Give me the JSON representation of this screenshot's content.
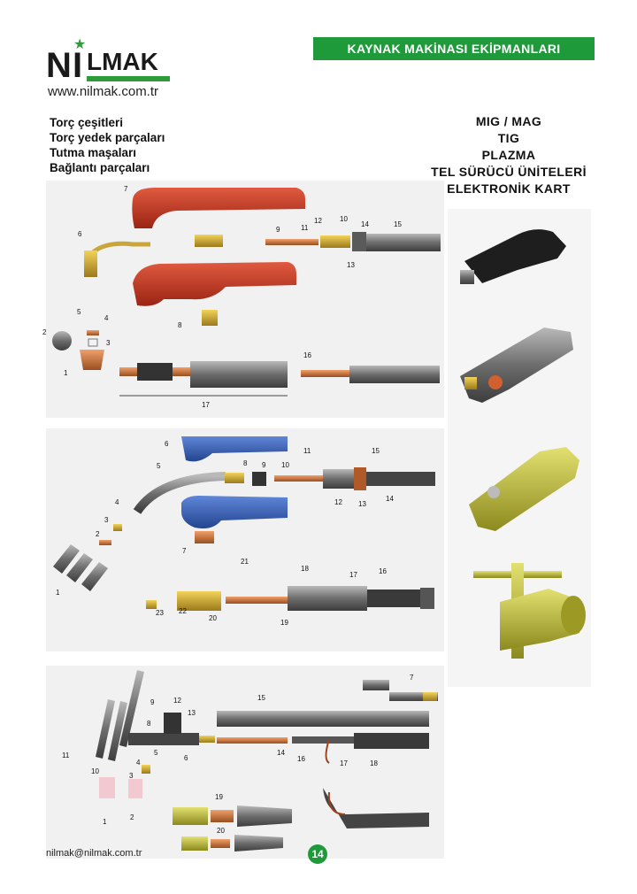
{
  "brand": {
    "logo_text": "NILMAK",
    "website": "www.nilmak.com.tr",
    "email": "nilmak@nilmak.com.tr"
  },
  "header": {
    "banner": "KAYNAK MAKİNASI EKİPMANLARI"
  },
  "left_list": [
    "Torç çeşitleri",
    "Torç yedek parçaları",
    "Tutma maşaları",
    "Bağlantı parçaları"
  ],
  "right_list": [
    "MIG / MAG",
    "TIG",
    "PLAZMA",
    "TEL SÜRÜCÜ ÜNİTELERİ",
    "ELEKTRONİK KART"
  ],
  "diagram1_labels": [
    "7",
    "6",
    "9",
    "11",
    "12",
    "10",
    "14",
    "15",
    "13",
    "5",
    "4",
    "3",
    "2",
    "1",
    "8",
    "16",
    "17"
  ],
  "diagram2_labels": [
    "6",
    "5",
    "8",
    "9",
    "10",
    "11",
    "15",
    "12",
    "13",
    "14",
    "4",
    "3",
    "2",
    "1",
    "7",
    "21",
    "18",
    "17",
    "16",
    "23",
    "22",
    "20",
    "19"
  ],
  "diagram3_labels": [
    "9",
    "12",
    "13",
    "15",
    "7",
    "8",
    "11",
    "10",
    "5",
    "6",
    "14",
    "16",
    "17",
    "18",
    "4",
    "3",
    "1",
    "2",
    "19",
    "20"
  ],
  "colors": {
    "brand_green": "#1f9a3b",
    "handle_red": "#c0301f",
    "handle_blue": "#3a62b8",
    "clamp_yellow": "#c9c43a"
  },
  "page_number": "14"
}
